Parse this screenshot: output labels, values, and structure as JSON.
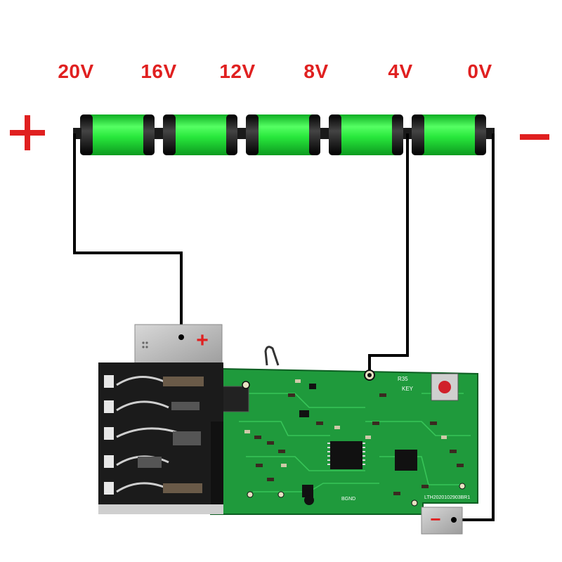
{
  "voltages": [
    "20V",
    "16V",
    "12V",
    "8V",
    "4V",
    "0V"
  ],
  "terminals": {
    "positive": "+",
    "negative": "−"
  },
  "connectors": {
    "positive_tab": "+",
    "negative_tab": "−"
  },
  "colors": {
    "cell_green": "#22e63a",
    "cell_cap": "#1a1a1a",
    "label_red": "#e02020",
    "pcb_green": "#1f9a3c",
    "wire": "#000000"
  },
  "pcb_labels": {
    "key": "KEY",
    "code": "LTH2020102903BR1",
    "net": "BGND"
  }
}
